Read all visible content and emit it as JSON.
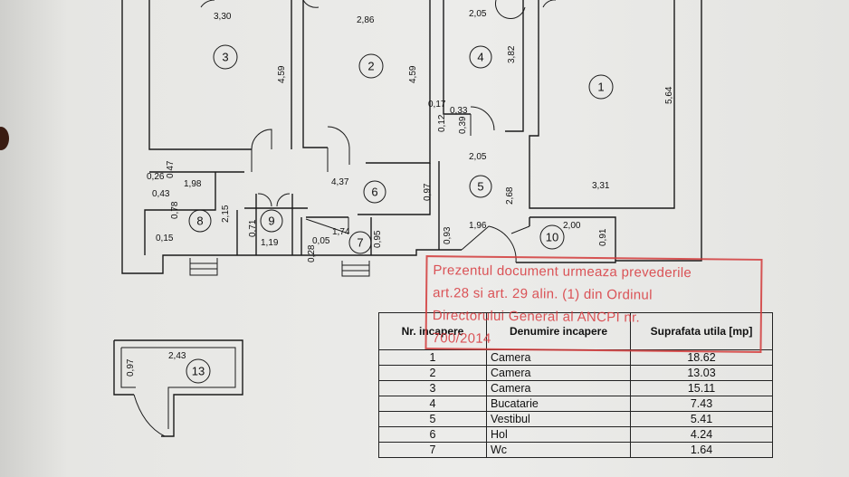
{
  "plan": {
    "rooms": [
      {
        "id": "room-1",
        "number": "1"
      },
      {
        "id": "room-2",
        "number": "2"
      },
      {
        "id": "room-3",
        "number": "3"
      },
      {
        "id": "room-4",
        "number": "4"
      },
      {
        "id": "room-5",
        "number": "5"
      },
      {
        "id": "room-6",
        "number": "6"
      },
      {
        "id": "room-7",
        "number": "7"
      },
      {
        "id": "room-8",
        "number": "8"
      },
      {
        "id": "room-9",
        "number": "9"
      },
      {
        "id": "room-10",
        "number": "10"
      },
      {
        "id": "room-13",
        "number": "13"
      }
    ],
    "dimensions": {
      "d330": "3,30",
      "d459a": "4,59",
      "d286": "2,86",
      "d459b": "4,59",
      "d205a": "2,05",
      "d382": "3,82",
      "d564": "5,64",
      "d017": "0,17",
      "d033": "0,33",
      "d012": "0,12",
      "d039": "0,39",
      "d205b": "2,05",
      "d331": "3,31",
      "d268": "2,68",
      "d437": "4,37",
      "d097a": "0,97",
      "d026": "0,26",
      "d047": "0,47",
      "d043": "0,43",
      "d198": "1,98",
      "d078": "0,78",
      "d215": "2,15",
      "d015": "0,15",
      "d071": "0,71",
      "d119": "1,19",
      "d005": "0,05",
      "d174": "1,74",
      "d028": "0,28",
      "d095": "0,95",
      "d093": "0,93",
      "d196": "1,96",
      "d200": "2,00",
      "d091": "0,91",
      "d097b": "0,97",
      "d243": "2,43"
    }
  },
  "stamp": {
    "line1": "Prezentul document urmeaza prevederile",
    "line2": "art.28 si art. 29 alin. (1) din Ordinul",
    "line3": "Directorului General al ANCPI nr.",
    "line4": "700/2014"
  },
  "legend": {
    "header_nr": "Nr. incapere",
    "header_name": "Denumire incapere",
    "header_area": "Suprafata utila [mp]",
    "rows": [
      {
        "nr": "1",
        "name": "Camera",
        "area": "18.62"
      },
      {
        "nr": "2",
        "name": "Camera",
        "area": "13.03"
      },
      {
        "nr": "3",
        "name": "Camera",
        "area": "15.11"
      },
      {
        "nr": "4",
        "name": "Bucatarie",
        "area": "7.43"
      },
      {
        "nr": "5",
        "name": "Vestibul",
        "area": "5.41"
      },
      {
        "nr": "6",
        "name": "Hol",
        "area": "4.24"
      },
      {
        "nr": "7",
        "name": "Wc",
        "area": "1.64"
      }
    ]
  },
  "colors": {
    "stamp": "#d8383d",
    "ink": "#111111",
    "paper": "#ececea"
  }
}
